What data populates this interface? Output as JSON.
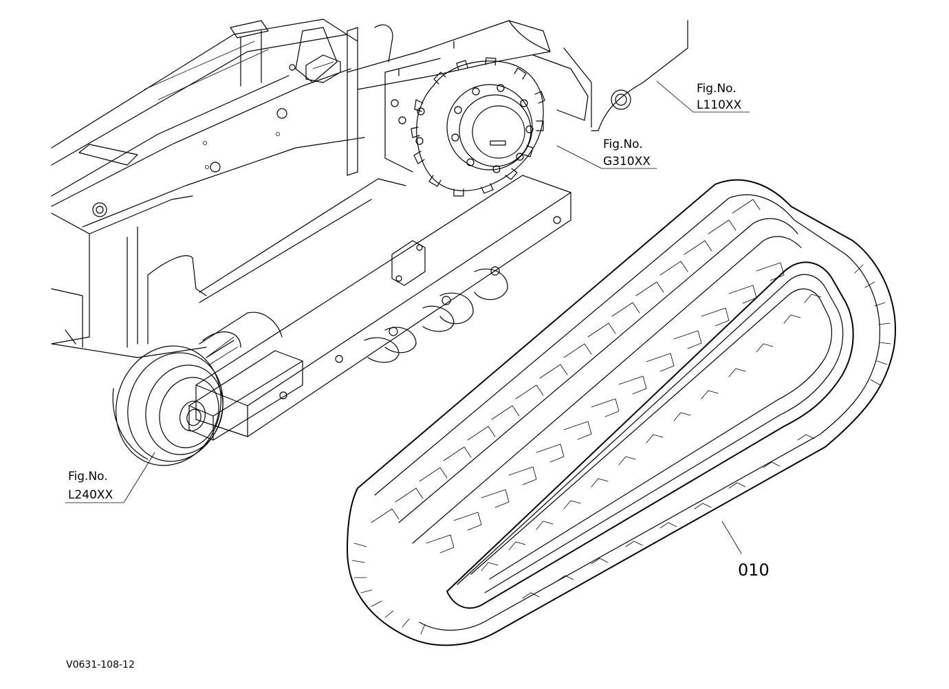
{
  "callouts": {
    "l110": {
      "fig": "Fig.No.",
      "code": "L110XX"
    },
    "g310": {
      "fig": "Fig.No.",
      "code": "G310XX"
    },
    "l240": {
      "fig": "Fig.No.",
      "code": "L240XX"
    },
    "part": {
      "number": "010"
    }
  },
  "drawing_id": "V0631-108-12"
}
